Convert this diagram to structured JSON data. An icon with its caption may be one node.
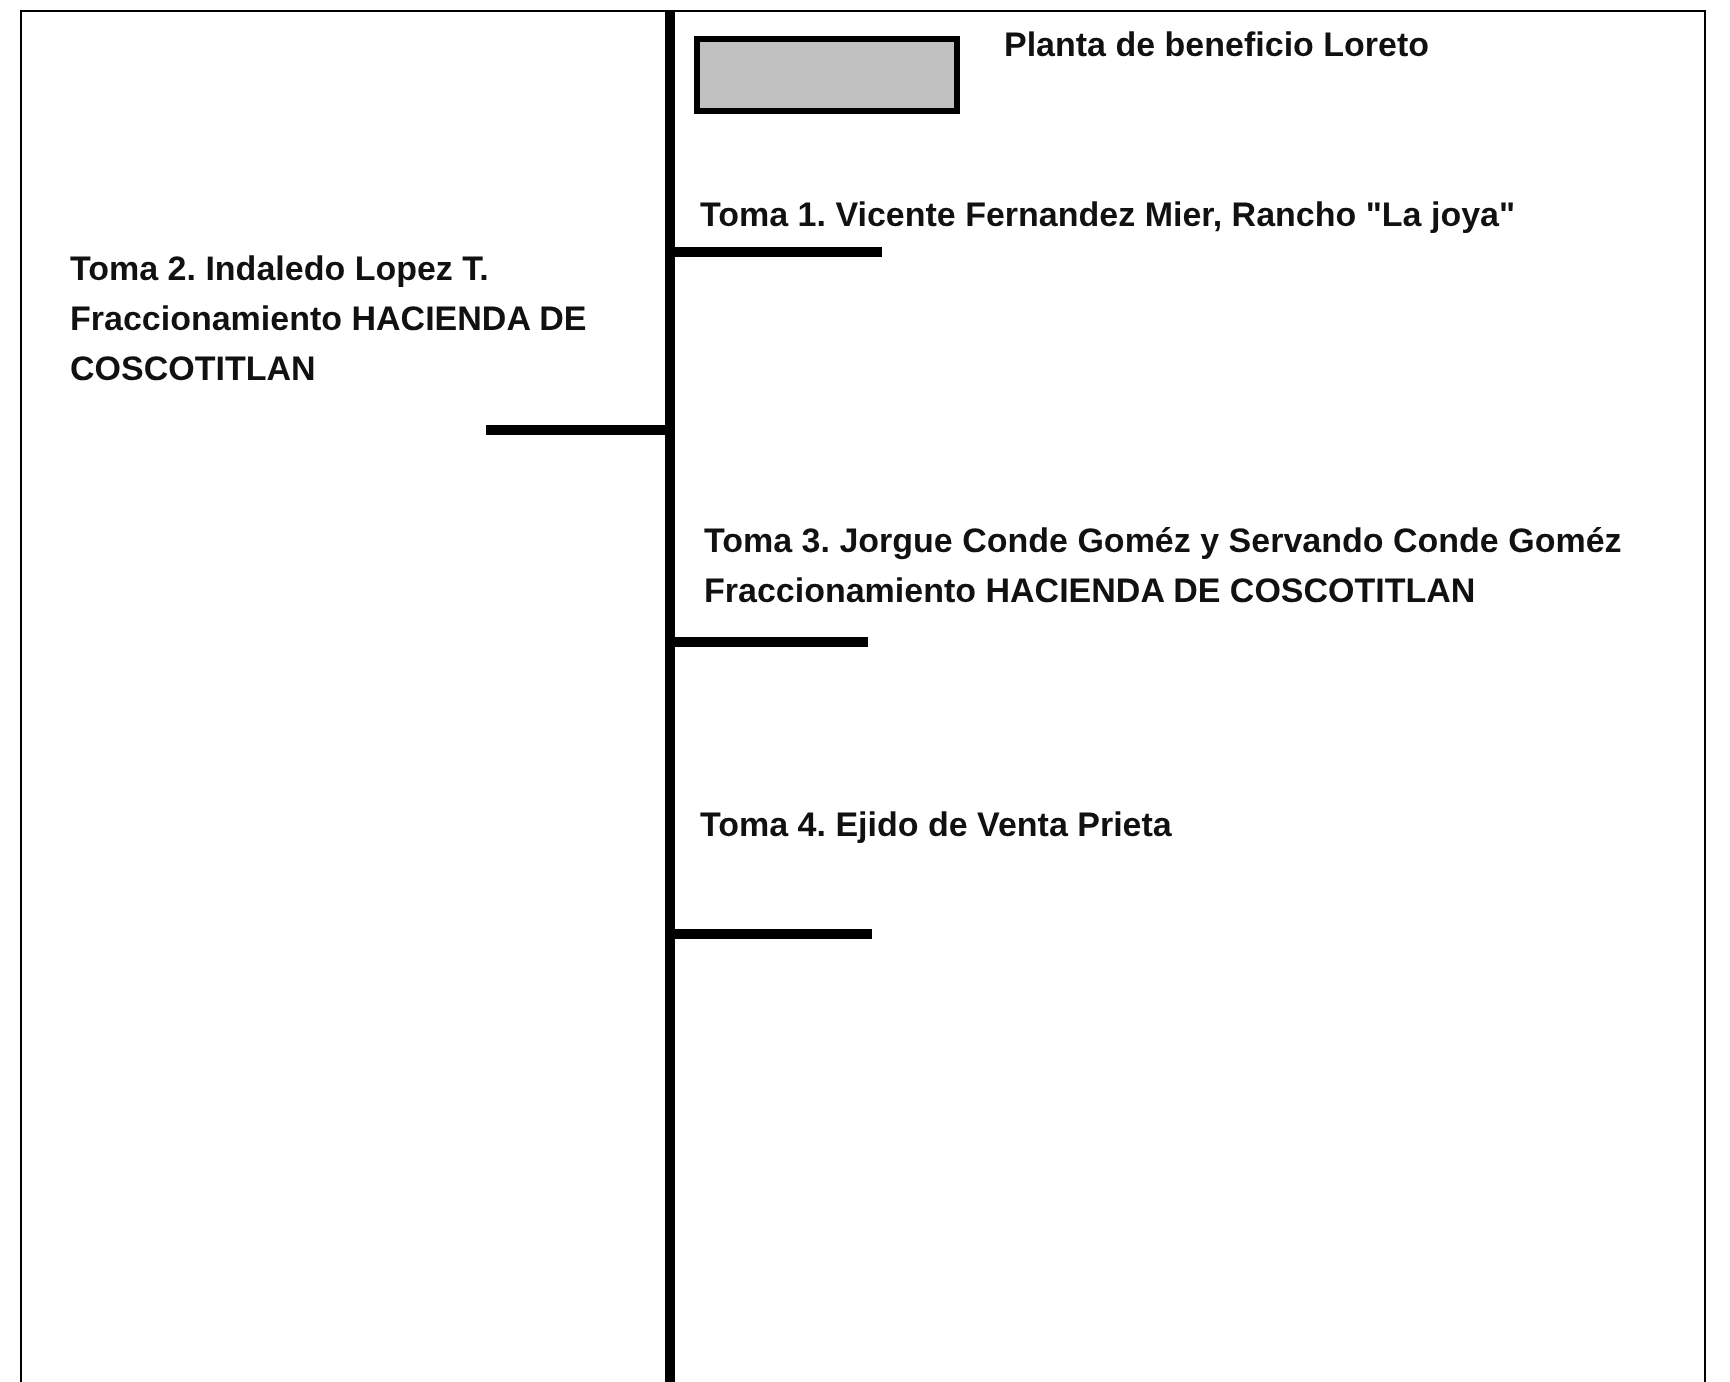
{
  "diagram": {
    "nodes": [
      {
        "text": [],
        "shape": "box",
        "beside": [
          "Planta de beneficio Loreto"
        ]
      }
    ],
    "labels": [
      "Toma 1. Vicente Fernandez Mier, Rancho \"La joya\"",
      "Toma 2. Indaledo Lopez T. Fraccionamiento HACIENDA DE COSCOTITLAN",
      "Toma 3. Jorgue Conde Goméz y Servando Conde Goméz Fraccionamiento HACIENDA DE COSCOTITLAN",
      "Toma 4. Ejido de Venta Prieta"
    ]
  }
}
